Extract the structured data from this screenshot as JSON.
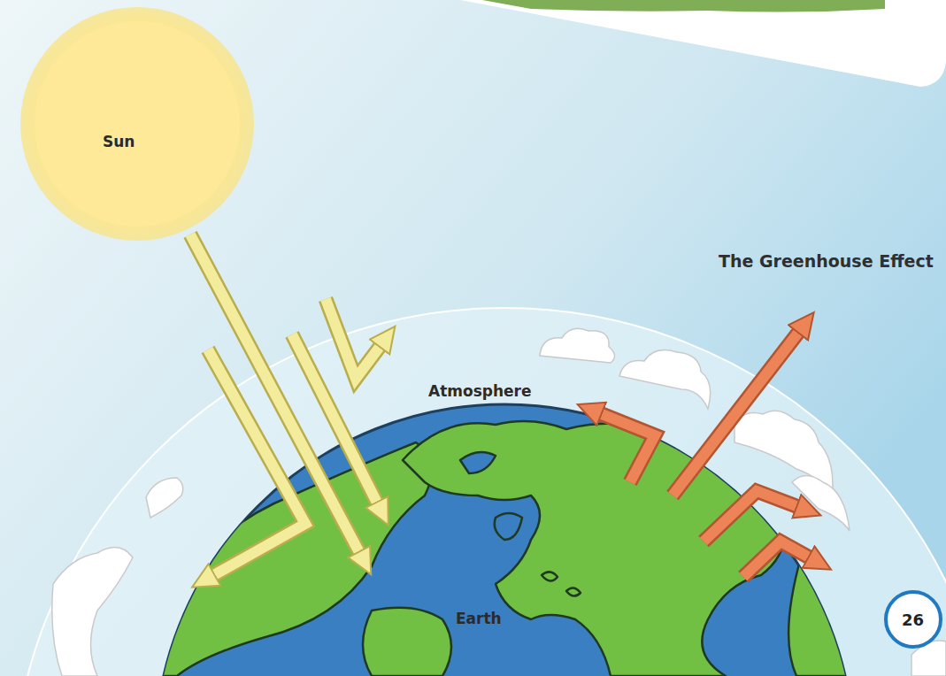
{
  "diagram": {
    "title": "The Greenhouse Effect",
    "nodes": [
      {
        "text": [
          "Sun"
        ]
      },
      {
        "text": [
          "Atmosphere"
        ]
      },
      {
        "text": [
          "Earth"
        ],
        "in": 1
      },
      {
        "text": [
          "26"
        ]
      }
    ]
  }
}
